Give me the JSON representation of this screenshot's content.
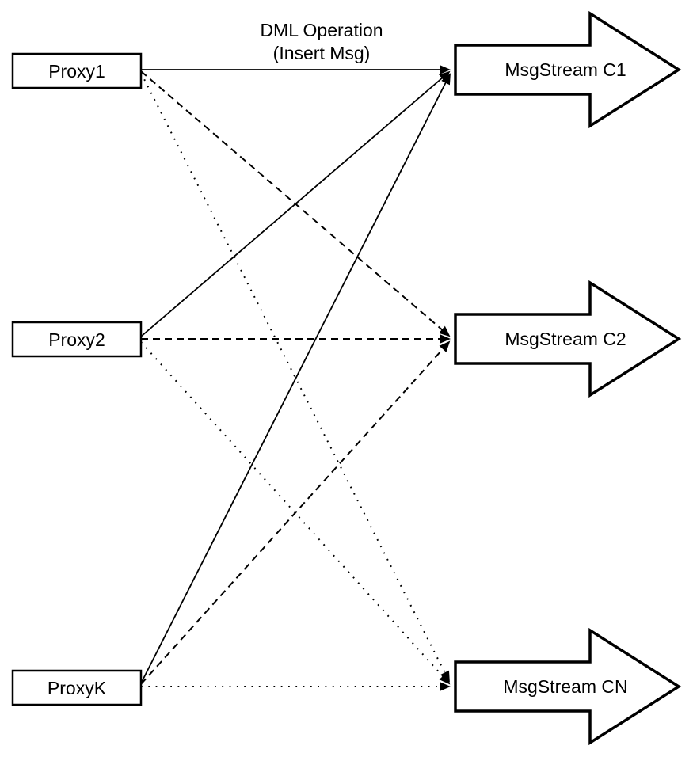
{
  "title": {
    "line1": "DML Operation",
    "line2": "(Insert Msg)"
  },
  "proxies": [
    {
      "label": "Proxy1"
    },
    {
      "label": "Proxy2"
    },
    {
      "label": "ProxyK"
    }
  ],
  "streams": [
    {
      "label": "MsgStream C1"
    },
    {
      "label": "MsgStream C2"
    },
    {
      "label": "MsgStream CN"
    }
  ],
  "connections": [
    {
      "from": "Proxy1",
      "to": "MsgStream C1",
      "style": "solid"
    },
    {
      "from": "Proxy2",
      "to": "MsgStream C1",
      "style": "solid"
    },
    {
      "from": "ProxyK",
      "to": "MsgStream C1",
      "style": "solid"
    },
    {
      "from": "Proxy1",
      "to": "MsgStream C2",
      "style": "dashed"
    },
    {
      "from": "Proxy2",
      "to": "MsgStream C2",
      "style": "dashed"
    },
    {
      "from": "ProxyK",
      "to": "MsgStream C2",
      "style": "dashed"
    },
    {
      "from": "Proxy1",
      "to": "MsgStream CN",
      "style": "dotted"
    },
    {
      "from": "Proxy2",
      "to": "MsgStream CN",
      "style": "dotted"
    },
    {
      "from": "ProxyK",
      "to": "MsgStream CN",
      "style": "dotted"
    }
  ],
  "colors": {
    "stroke": "#000000",
    "background": "#ffffff",
    "shape_fill": "#ffffff"
  }
}
